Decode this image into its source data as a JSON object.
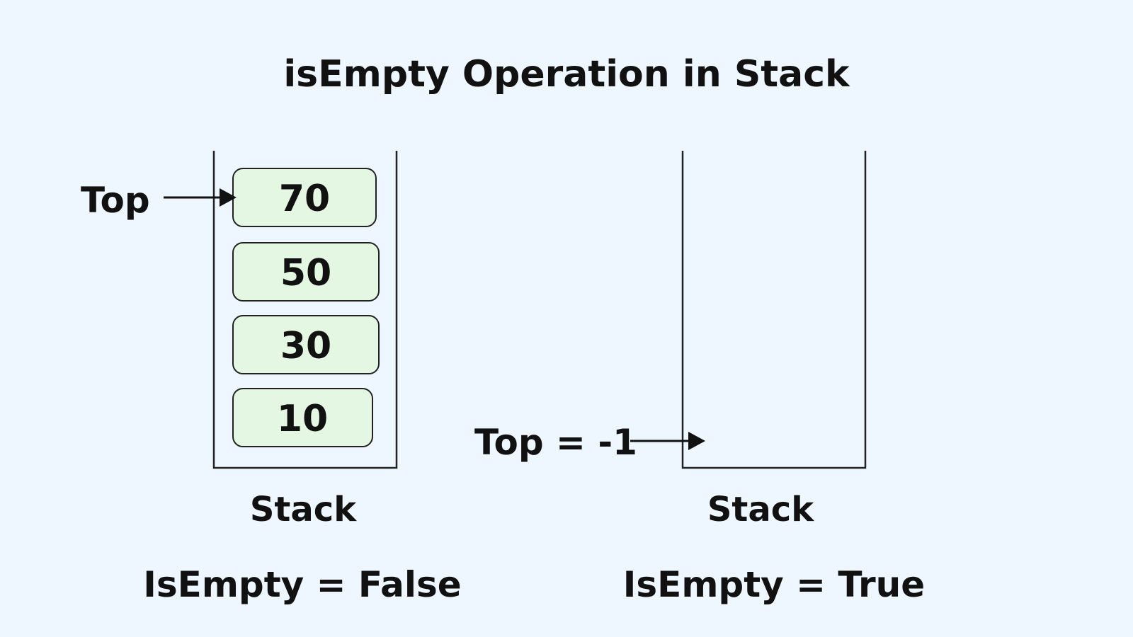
{
  "diagram": {
    "title": "isEmpty Operation in Stack",
    "left_stack": {
      "pointer_label": "Top",
      "items": [
        "70",
        "50",
        "30",
        "10"
      ],
      "caption": "Stack",
      "result": "IsEmpty = False"
    },
    "right_stack": {
      "pointer_label": "Top = -1",
      "caption": "Stack",
      "result": "IsEmpty = True"
    },
    "colors": {
      "background": "#eef6ff",
      "item_fill": "#e4f7e2",
      "stroke": "#222222",
      "text": "#111111"
    }
  }
}
